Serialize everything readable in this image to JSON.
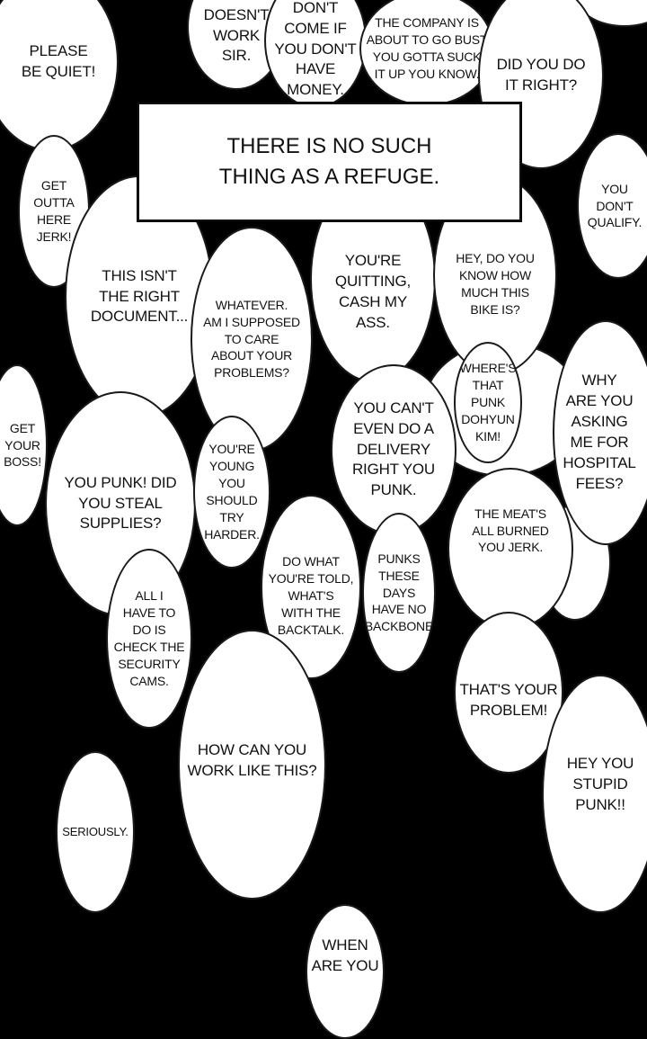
{
  "caption": "THERE IS NO SUCH\nTHING AS A REFUGE.",
  "bubbles": [
    {
      "id": "please-be-quiet",
      "text": "PLEASE\nBE QUIET!"
    },
    {
      "id": "doesnt-work-sir",
      "text": "DOESN'T\nWORK\nSIR."
    },
    {
      "id": "dont-come-if-no-money",
      "text": "DON'T\nCOME IF\nYOU DON'T\nHAVE\nMONEY."
    },
    {
      "id": "company-about-to-go-bust",
      "text": "THE COMPANY IS\nABOUT TO GO BUST\nYOU GOTTA SUCK\nIT UP YOU KNOW."
    },
    {
      "id": "did-you-do-it-right",
      "text": "DID YOU DO\nIT RIGHT?"
    },
    {
      "id": "get-outta-here-jerk",
      "text": "GET\nOUTTA\nHERE\nJERK!"
    },
    {
      "id": "you-dont-qualify",
      "text": "YOU\nDON'T\nQUALIFY."
    },
    {
      "id": "this-isnt-the-right-document",
      "text": "THIS ISN'T\nTHE RIGHT\nDOCUMENT..."
    },
    {
      "id": "whatever-am-i-supposed-to-care",
      "text": "WHATEVER.\nAM I SUPPOSED\nTO CARE\nABOUT YOUR\nPROBLEMS?"
    },
    {
      "id": "youre-quitting",
      "text": "YOU'RE\nQUITTING,\nCASH MY\nASS."
    },
    {
      "id": "how-much-this-bike-is",
      "text": "HEY, DO YOU\nKNOW HOW\nMUCH THIS\nBIKE IS?"
    },
    {
      "id": "wheres-that-punk",
      "text": "WHERE'S\nTHAT\nPUNK\nDOHYUN\nKIM!"
    },
    {
      "id": "why-hospital-fees",
      "text": "WHY\nARE YOU\nASKING\nME FOR\nHOSPITAL\nFEES?"
    },
    {
      "id": "get-your-boss",
      "text": "GET\nYOUR\nBOSS!"
    },
    {
      "id": "you-punk-steal-supplies",
      "text": "YOU PUNK! DID\nYOU STEAL\nSUPPLIES?"
    },
    {
      "id": "youre-young-try-harder",
      "text": "YOU'RE\nYOUNG\nYOU\nSHOULD\nTRY\nHARDER."
    },
    {
      "id": "cant-even-do-a-delivery",
      "text": "YOU CAN'T\nEVEN DO A\nDELIVERY\nRIGHT YOU\nPUNK."
    },
    {
      "id": "meats-all-burned",
      "text": "THE MEAT'S\nALL BURNED\nYOU JERK."
    },
    {
      "id": "check-the-security-cams",
      "text": "ALL I\nHAVE TO\nDO IS\nCHECK THE\nSECURITY\nCAMS."
    },
    {
      "id": "do-what-youre-told",
      "text": "DO WHAT\nYOU'RE TOLD,\nWHAT'S\nWITH THE\nBACKTALK."
    },
    {
      "id": "punks-have-no-backbone",
      "text": "PUNKS\nTHESE\nDAYS\nHAVE NO\nBACKBONE"
    },
    {
      "id": "thats-your-problem",
      "text": "THAT'S YOUR\nPROBLEM!"
    },
    {
      "id": "how-can-you-work-like-this",
      "text": "HOW CAN YOU\nWORK LIKE THIS?"
    },
    {
      "id": "hey-you-stupid-punk",
      "text": "HEY YOU\nSTUPID\nPUNK!!"
    },
    {
      "id": "seriously",
      "text": "SERIOUSLY."
    },
    {
      "id": "when-are-you",
      "text": "WHEN\nARE YOU"
    }
  ]
}
